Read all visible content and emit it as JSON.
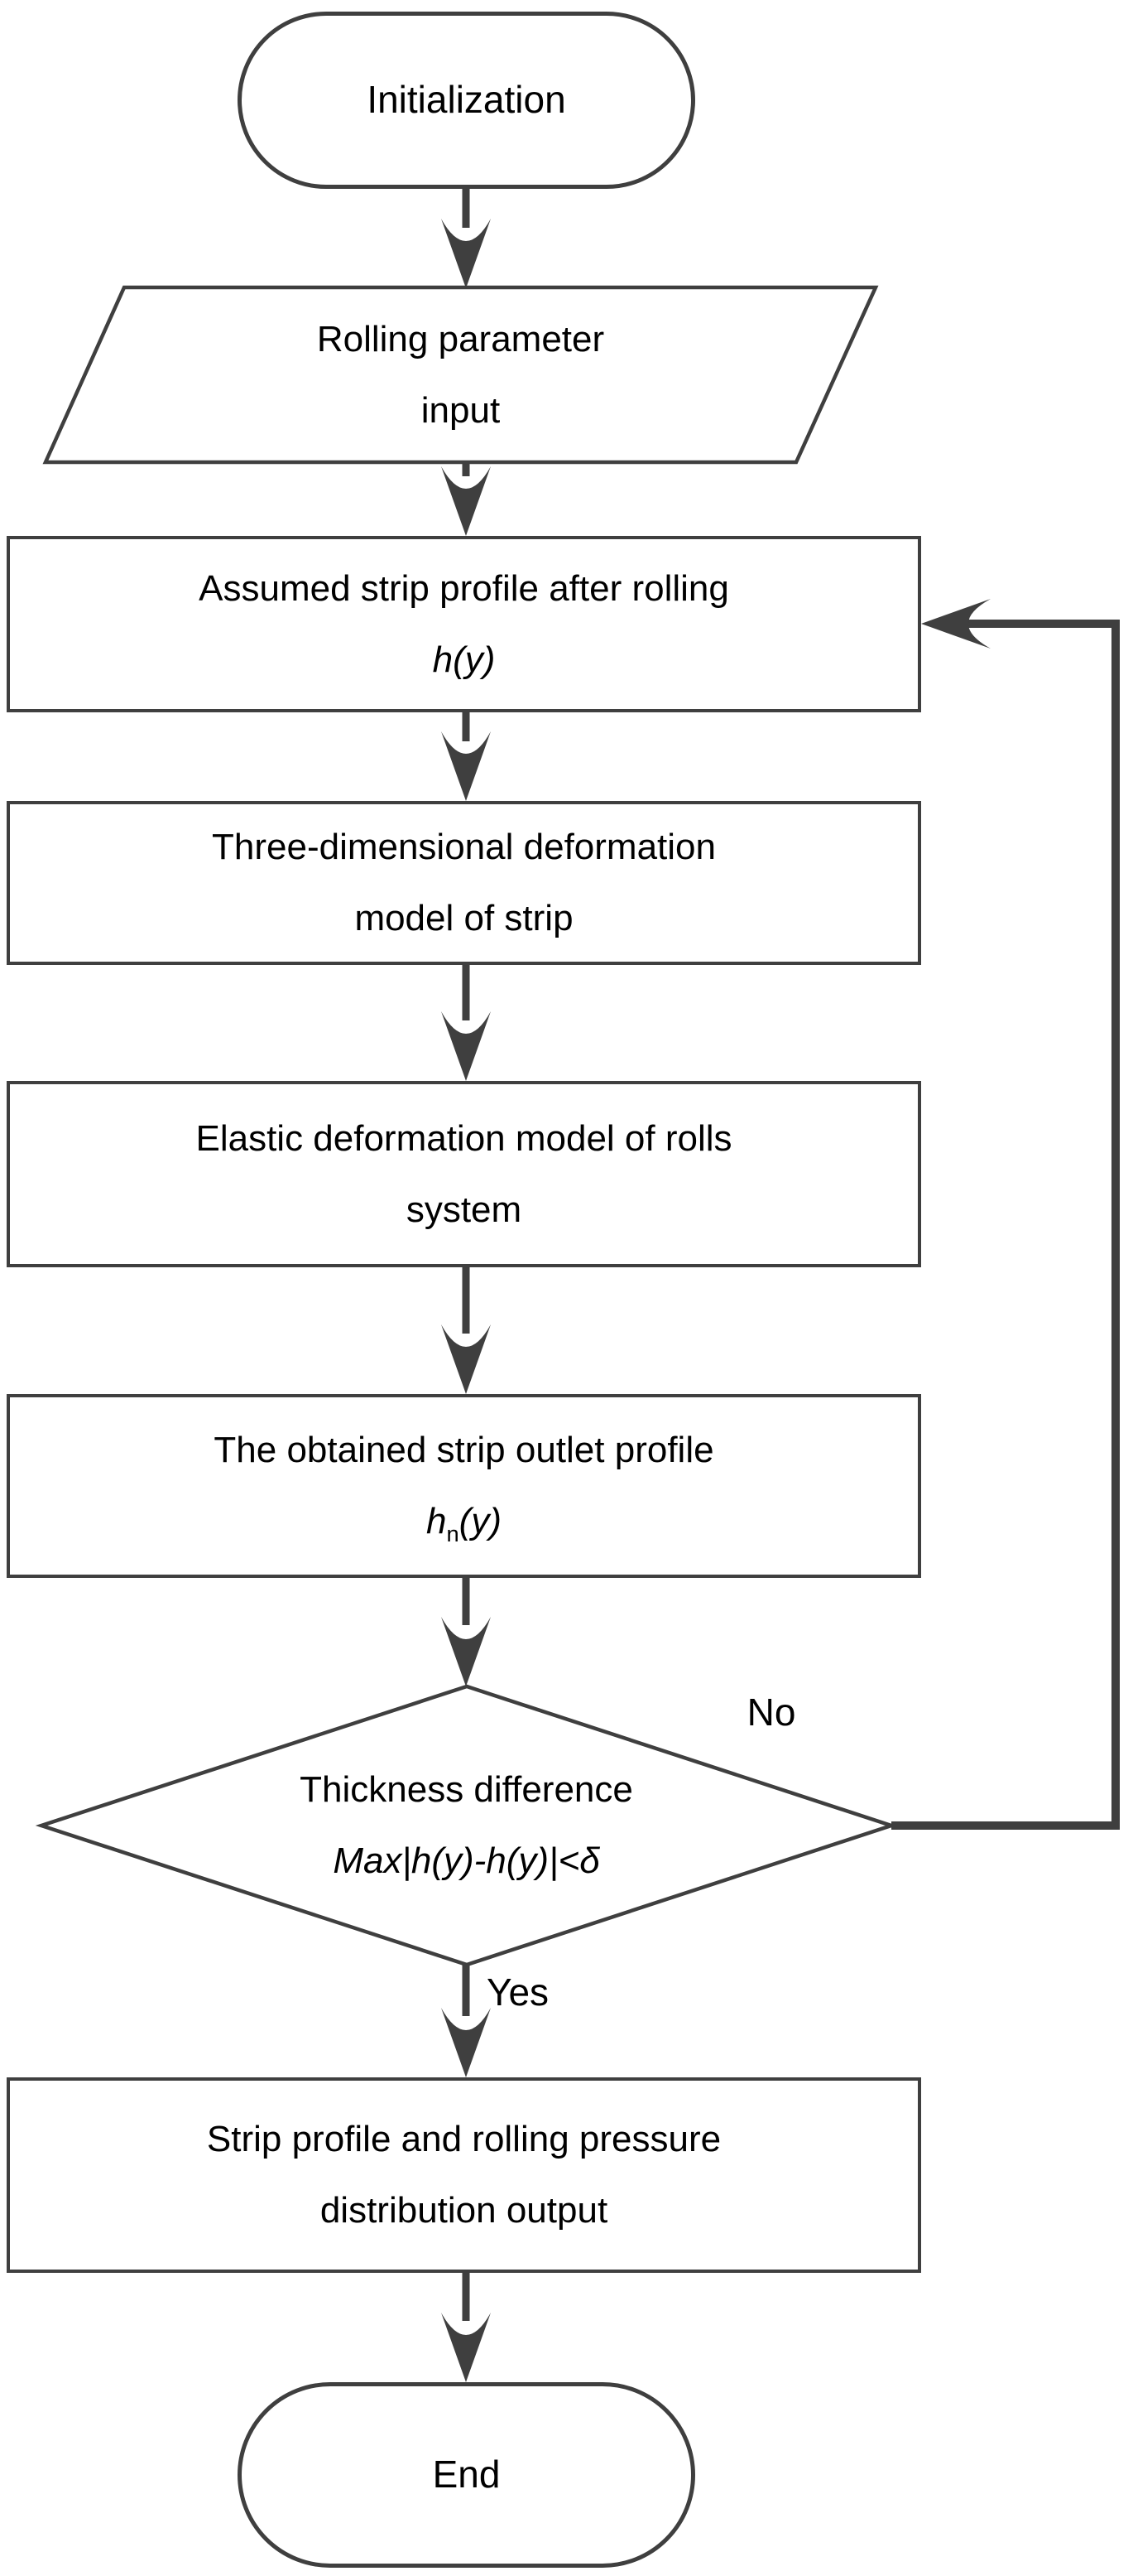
{
  "flowchart": {
    "background": "#ffffff",
    "stroke_color": "#3f3f3f",
    "text_color": "#000000",
    "nodes": {
      "start": {
        "type": "terminal",
        "label": "Initialization"
      },
      "input": {
        "type": "input-output",
        "line1": "Rolling parameter",
        "line2": "input"
      },
      "assumed_profile": {
        "type": "process",
        "line1": "Assumed strip profile after rolling",
        "formula_var": "h",
        "formula_sub": "",
        "formula_args": "(y)"
      },
      "deformation_model": {
        "type": "process",
        "line1": "Three-dimensional deformation",
        "line2": "model of strip"
      },
      "elastic_model": {
        "type": "process",
        "line1": "Elastic deformation model of rolls",
        "line2": "system"
      },
      "outlet_profile": {
        "type": "process",
        "line1": "The obtained strip outlet profile",
        "formula_var": "h",
        "formula_sub": "n",
        "formula_args": "(y)"
      },
      "decision": {
        "type": "decision",
        "line1": "Thickness difference",
        "line2": "Max|h(y)-h(y)|<δ"
      },
      "output": {
        "type": "process",
        "line1": "Strip profile and rolling pressure",
        "line2": "distribution output"
      },
      "end": {
        "type": "terminal",
        "label": "End"
      }
    },
    "edge_labels": {
      "yes": "Yes",
      "no": "No"
    }
  }
}
